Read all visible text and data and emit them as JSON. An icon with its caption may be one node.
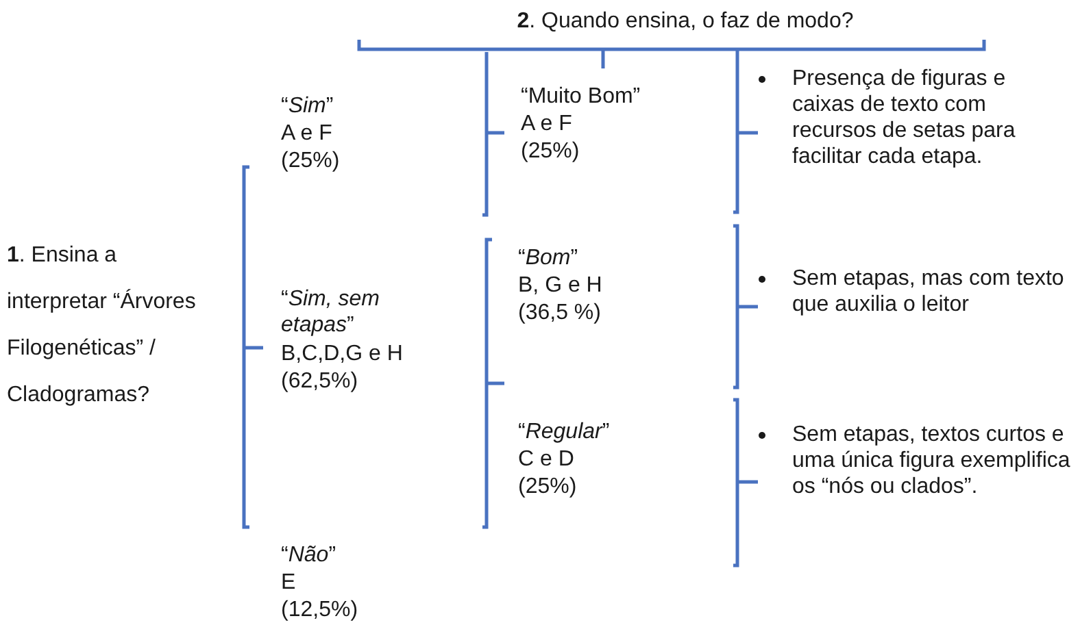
{
  "diagram": {
    "labels": [
      "**2**. Quando ensina, o faz de modo?",
      "“*Sim*”",
      "A e F",
      "(25%)",
      "“Muito Bom”",
      "A e F",
      "(25%)",
      "Presença de figuras e caixas de texto com recursos de setas para facilitar cada etapa.",
      "**1**. Ensina a interpretar “Árvores Filogenéticas” / Cladogramas?",
      "“*Bom*”",
      "B, G e H",
      "(36,5 %)",
      "Sem etapas, mas com texto que auxilia o leitor",
      "“*Sim, sem etapas*”",
      "B,C,D,G e H",
      "(62,5%)",
      "“*Regular*”",
      "C e D",
      "(25%)",
      "Sem etapas, textos curtos e uma única figura exemplifica os “nós ou clados”.",
      "“*Não*”",
      "E",
      "(12,5%)"
    ]
  }
}
